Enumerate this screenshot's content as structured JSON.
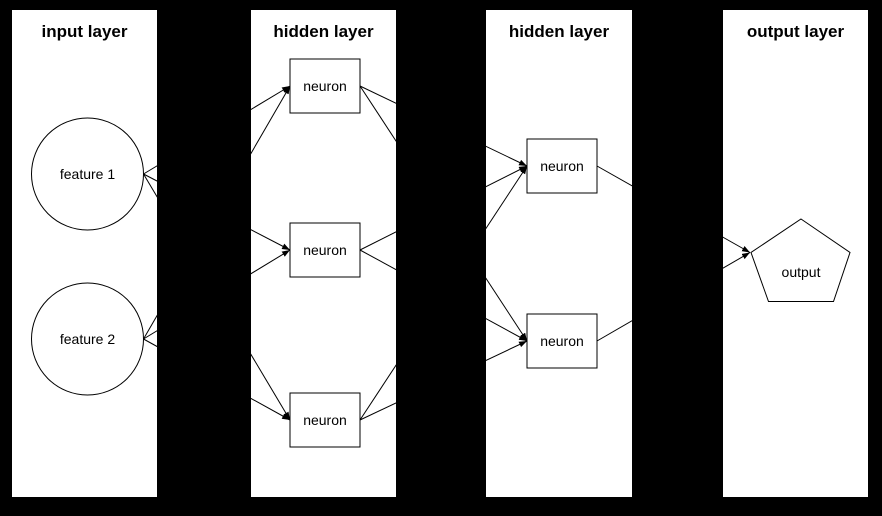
{
  "colors": {
    "background": "#000000",
    "panel_fill": "#ffffff",
    "node_fill": "#ffffff",
    "stroke": "#000000",
    "text": "#000000"
  },
  "diagram": {
    "type": "neural-network",
    "layers": [
      {
        "title": "input layer",
        "nodes": [
          {
            "id": "feature1",
            "label": "feature 1",
            "shape": "circle"
          },
          {
            "id": "feature2",
            "label": "feature 2",
            "shape": "circle"
          }
        ]
      },
      {
        "title": "hidden layer",
        "nodes": [
          {
            "id": "h1n1",
            "label": "neuron",
            "shape": "rect"
          },
          {
            "id": "h1n2",
            "label": "neuron",
            "shape": "rect"
          },
          {
            "id": "h1n3",
            "label": "neuron",
            "shape": "rect"
          }
        ]
      },
      {
        "title": "hidden layer",
        "nodes": [
          {
            "id": "h2n1",
            "label": "neuron",
            "shape": "rect"
          },
          {
            "id": "h2n2",
            "label": "neuron",
            "shape": "rect"
          }
        ]
      },
      {
        "title": "output layer",
        "nodes": [
          {
            "id": "output",
            "label": "output",
            "shape": "pentagon"
          }
        ]
      }
    ],
    "edges": [
      {
        "from": "feature1",
        "to": "h1n1"
      },
      {
        "from": "feature1",
        "to": "h1n2"
      },
      {
        "from": "feature1",
        "to": "h1n3"
      },
      {
        "from": "feature2",
        "to": "h1n1"
      },
      {
        "from": "feature2",
        "to": "h1n2"
      },
      {
        "from": "feature2",
        "to": "h1n3"
      },
      {
        "from": "h1n1",
        "to": "h2n1"
      },
      {
        "from": "h1n1",
        "to": "h2n2"
      },
      {
        "from": "h1n2",
        "to": "h2n1"
      },
      {
        "from": "h1n2",
        "to": "h2n2"
      },
      {
        "from": "h1n3",
        "to": "h2n1"
      },
      {
        "from": "h1n3",
        "to": "h2n2"
      },
      {
        "from": "h2n1",
        "to": "output"
      },
      {
        "from": "h2n2",
        "to": "output"
      }
    ]
  }
}
